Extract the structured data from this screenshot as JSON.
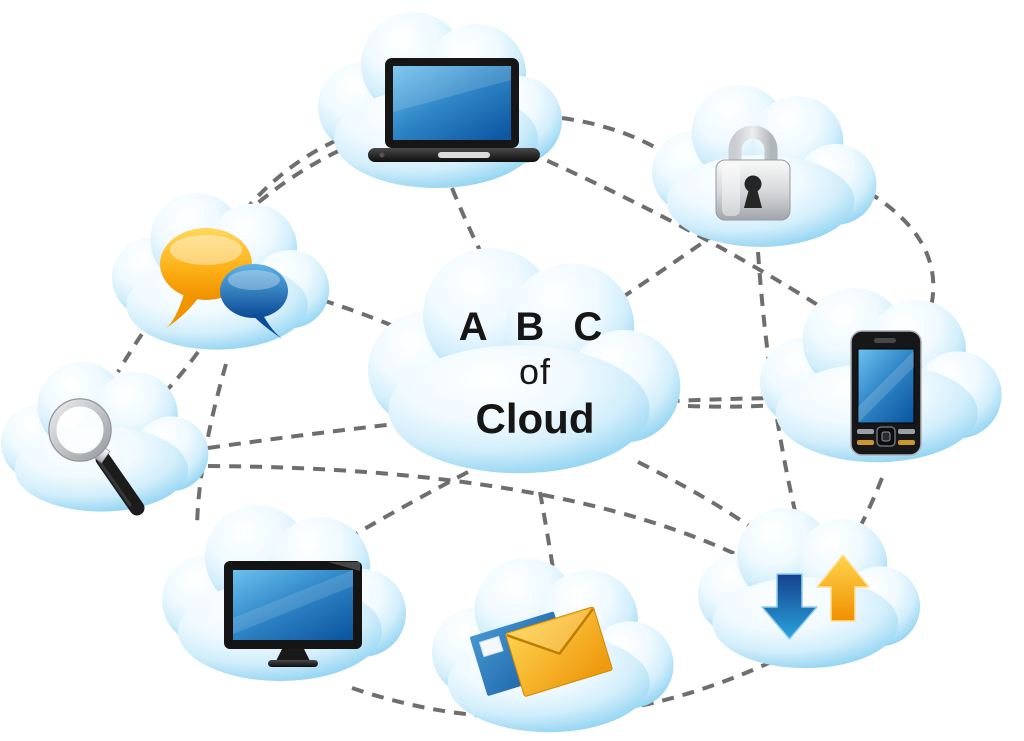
{
  "title": {
    "line1": "A B C",
    "line2": "of",
    "line3": "Cloud"
  },
  "palette": {
    "background": "#ffffff",
    "cloud_blue": "#8fd3f2",
    "cloud_highlight": "#ffffff",
    "connector_gray": "#6e6e6e",
    "screen_blue_light": "#6cc0ef",
    "screen_blue_dark": "#0e57a3",
    "bubble_orange": "#f29500",
    "bubble_blue": "#0a4a96",
    "arrow_up_orange": "#f09000",
    "arrow_down_blue": "#1a4fa0",
    "envelope_orange": "#ee9a0e",
    "envelope_blue": "#155a9e",
    "lock_silver": "#b9bcc1",
    "device_black": "#161616"
  },
  "connector_style": "dashed",
  "clouds": [
    {
      "id": "laptop",
      "icon": "laptop-icon"
    },
    {
      "id": "security",
      "icon": "padlock-icon"
    },
    {
      "id": "chat",
      "icon": "chat-bubbles-icon"
    },
    {
      "id": "search",
      "icon": "magnifier-icon"
    },
    {
      "id": "mobile",
      "icon": "smartphone-icon"
    },
    {
      "id": "desktop",
      "icon": "monitor-icon"
    },
    {
      "id": "email",
      "icon": "envelopes-icon"
    },
    {
      "id": "transfer",
      "icon": "upload-download-arrows-icon"
    },
    {
      "id": "center",
      "icon": "title-text"
    }
  ],
  "connections": [
    [
      "laptop",
      "chat"
    ],
    [
      "laptop",
      "search"
    ],
    [
      "laptop",
      "center"
    ],
    [
      "laptop",
      "security"
    ],
    [
      "laptop",
      "mobile"
    ],
    [
      "security",
      "center"
    ],
    [
      "security",
      "transfer"
    ],
    [
      "security",
      "mobile"
    ],
    [
      "chat",
      "center"
    ],
    [
      "chat",
      "search"
    ],
    [
      "chat",
      "desktop"
    ],
    [
      "search",
      "mobile"
    ],
    [
      "search",
      "transfer"
    ],
    [
      "center",
      "desktop"
    ],
    [
      "center",
      "email"
    ],
    [
      "center",
      "transfer"
    ],
    [
      "center",
      "mobile"
    ],
    [
      "desktop",
      "transfer"
    ],
    [
      "mobile",
      "transfer"
    ]
  ]
}
